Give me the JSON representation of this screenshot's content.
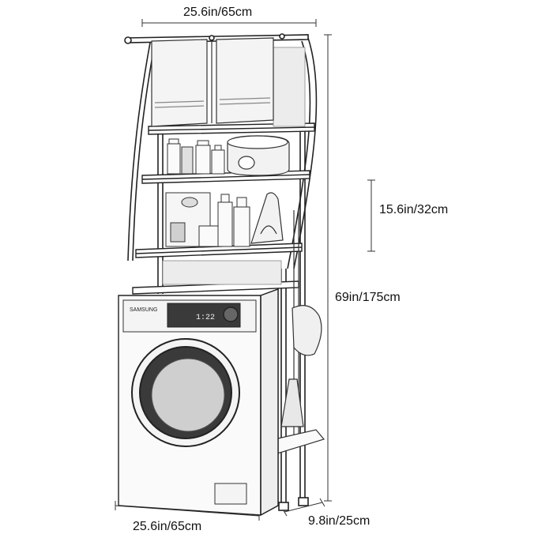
{
  "dimensions": {
    "top_width": "25.6in/65cm",
    "shelf_spacing": "15.6in/32cm",
    "total_height": "69in/175cm",
    "base_width": "25.6in/65cm",
    "depth": "9.8in/25cm"
  },
  "washer": {
    "brand": "SAMSUNG",
    "display": "1:22"
  },
  "colors": {
    "line": "#222222",
    "dim_line": "#333333",
    "shade": "#e6e6e6",
    "background": "#ffffff"
  }
}
